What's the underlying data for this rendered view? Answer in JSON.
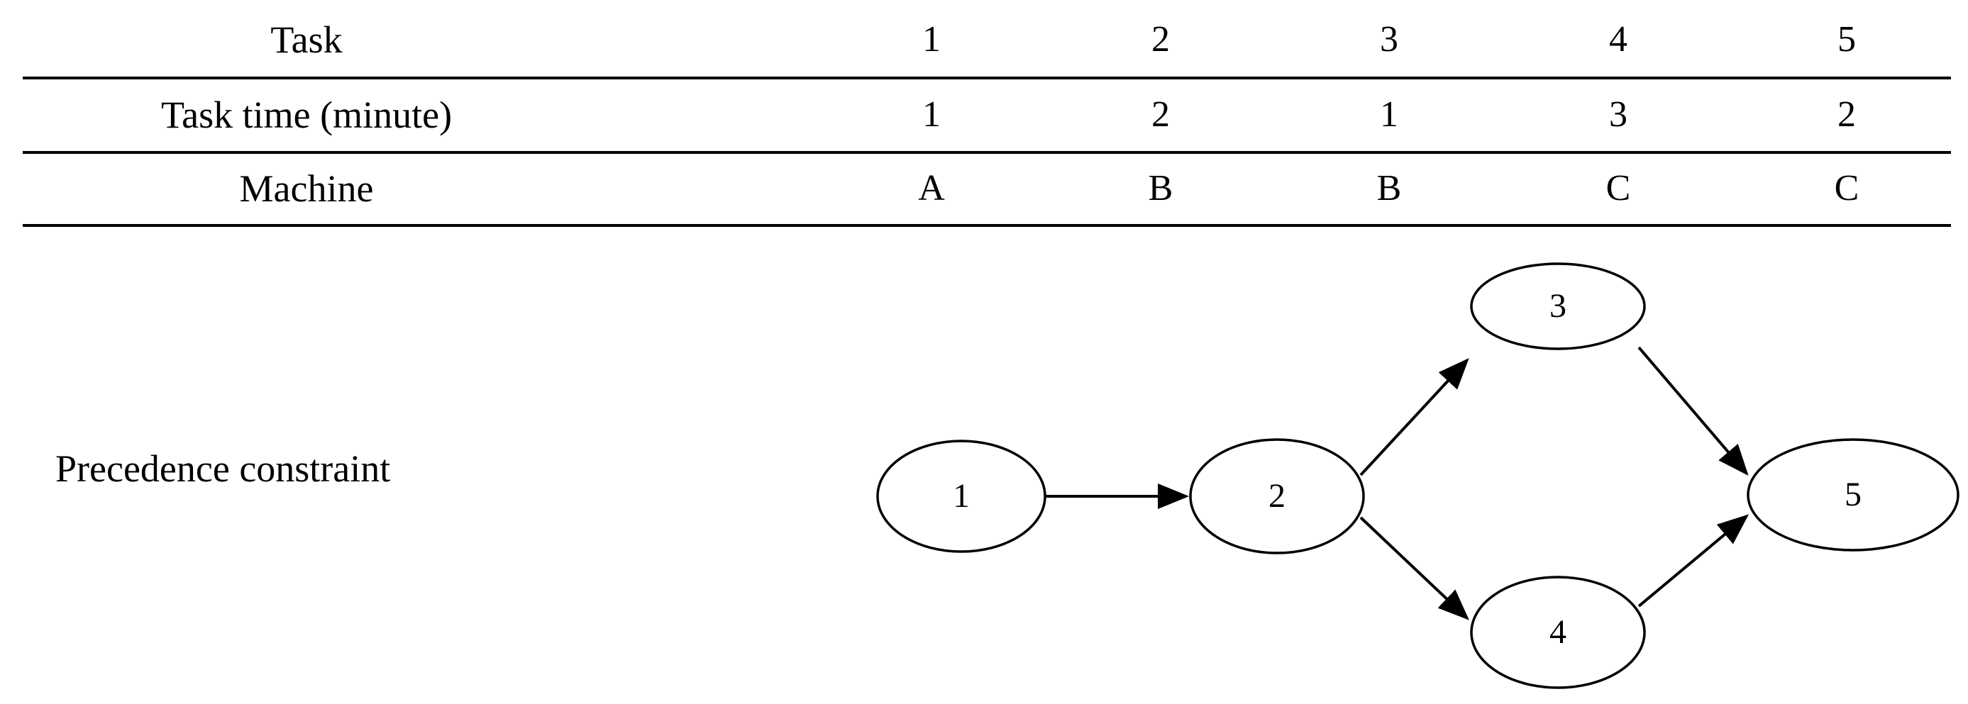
{
  "table": {
    "rows": [
      {
        "label": "Task",
        "cells": [
          "1",
          "2",
          "3",
          "4",
          "5"
        ]
      },
      {
        "label": "Task time (minute)",
        "cells": [
          "1",
          "2",
          "1",
          "3",
          "2"
        ]
      },
      {
        "label": "Machine",
        "cells": [
          "A",
          "B",
          "B",
          "C",
          "C"
        ]
      }
    ]
  },
  "precedence": {
    "label": "Precedence constraint",
    "nodes": [
      {
        "id": "1",
        "label": "1"
      },
      {
        "id": "2",
        "label": "2"
      },
      {
        "id": "3",
        "label": "3"
      },
      {
        "id": "4",
        "label": "4"
      },
      {
        "id": "5",
        "label": "5"
      }
    ],
    "edges": [
      {
        "from": "1",
        "to": "2"
      },
      {
        "from": "2",
        "to": "3"
      },
      {
        "from": "2",
        "to": "4"
      },
      {
        "from": "3",
        "to": "5"
      },
      {
        "from": "4",
        "to": "5"
      }
    ]
  },
  "colors": {
    "ink": "#000000",
    "background": "#ffffff"
  }
}
